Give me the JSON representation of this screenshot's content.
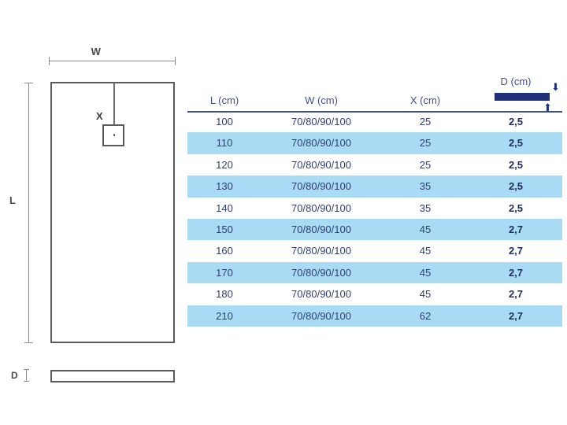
{
  "drawing": {
    "width_label": "W",
    "length_label": "L",
    "drain_offset_label": "X",
    "depth_label": "D",
    "icons": {
      "width_dimension": "horizontal-dimension-line-icon",
      "length_dimension": "vertical-dimension-line-icon",
      "drain": "drain-square-icon",
      "side_profile": "tray-side-profile-icon"
    }
  },
  "table": {
    "headers": {
      "l": "L (cm)",
      "w": "W (cm)",
      "x": "X (cm)",
      "d": "D (cm)"
    },
    "d_icon": {
      "name": "thickness-indicator-icon",
      "arrow_down": "⬇",
      "arrow_up": "⬆",
      "bar_color": "#1f3279"
    },
    "rows": [
      {
        "l": "100",
        "w": "70/80/90/100",
        "x": "25",
        "d": "2,5"
      },
      {
        "l": "110",
        "w": "70/80/90/100",
        "x": "25",
        "d": "2,5"
      },
      {
        "l": "120",
        "w": "70/80/90/100",
        "x": "25",
        "d": "2,5"
      },
      {
        "l": "130",
        "w": "70/80/90/100",
        "x": "35",
        "d": "2,5"
      },
      {
        "l": "140",
        "w": "70/80/90/100",
        "x": "35",
        "d": "2,5"
      },
      {
        "l": "150",
        "w": "70/80/90/100",
        "x": "45",
        "d": "2,7"
      },
      {
        "l": "160",
        "w": "70/80/90/100",
        "x": "45",
        "d": "2,7"
      },
      {
        "l": "170",
        "w": "70/80/90/100",
        "x": "45",
        "d": "2,7"
      },
      {
        "l": "180",
        "w": "70/80/90/100",
        "x": "45",
        "d": "2,7"
      },
      {
        "l": "210",
        "w": "70/80/90/100",
        "x": "62",
        "d": "2,7"
      }
    ]
  },
  "colors": {
    "row_highlight": "#a9dcf4",
    "header_text": "#3f4f8f",
    "value_text": "#2f3d70",
    "accent_navy": "#1f3279",
    "line_gray": "#5a5a5a"
  }
}
